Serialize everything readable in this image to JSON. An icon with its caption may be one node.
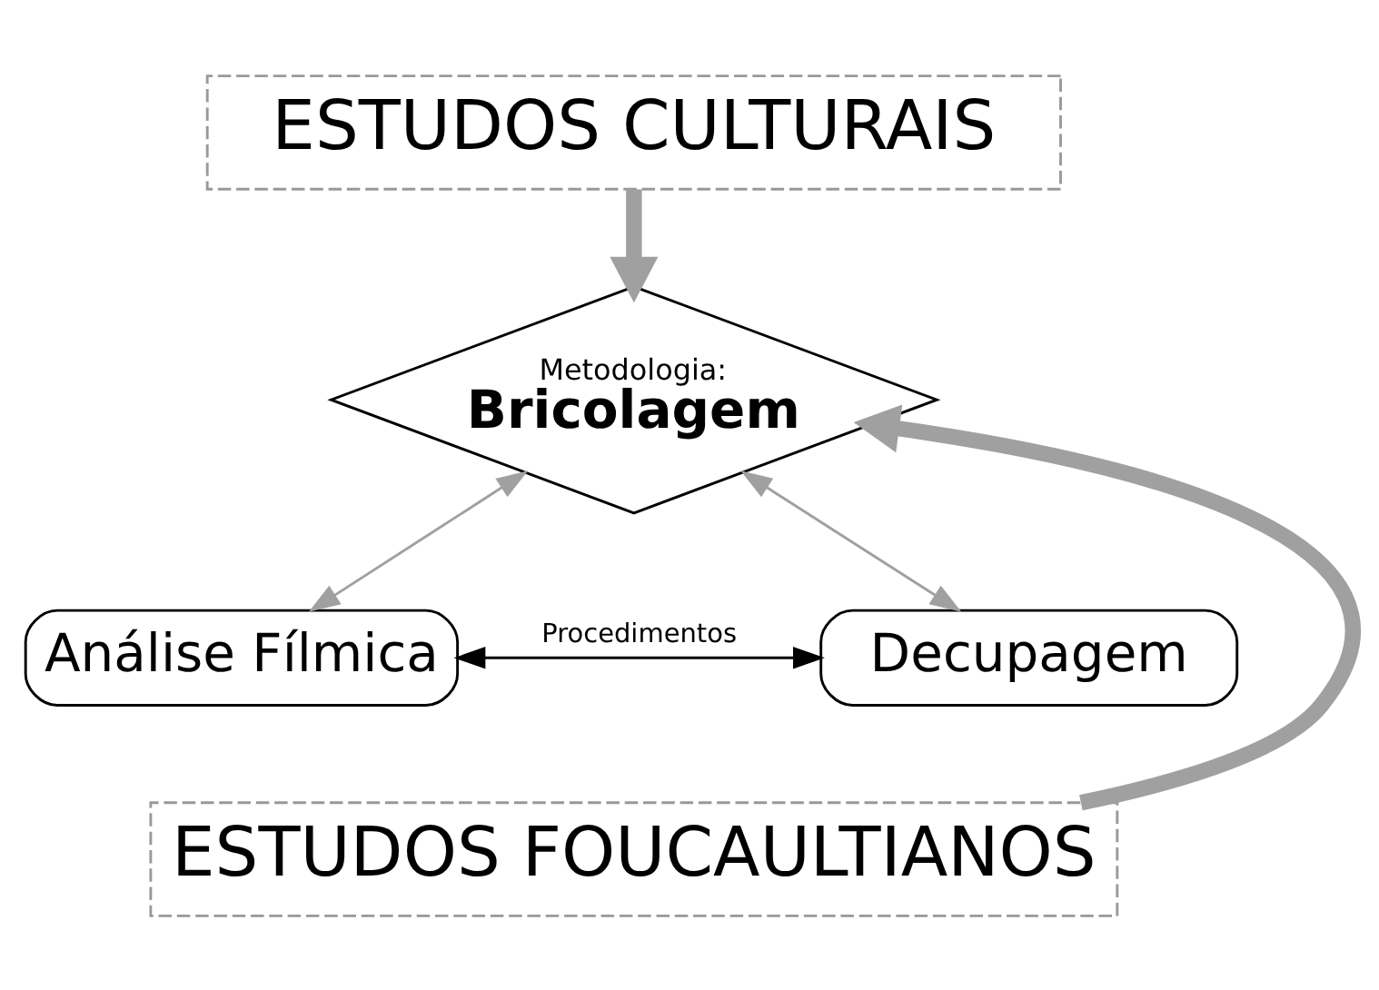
{
  "diagram": {
    "nodes": [
      {
        "text": [
          "ESTUDOS CULTURAIS"
        ]
      },
      {
        "text": [
          "Metodologia:",
          "Bricolagem"
        ]
      },
      {
        "text": [
          "Análise Fílmica"
        ]
      },
      {
        "text": [
          "Decupagem"
        ]
      },
      {
        "text": [
          "ESTUDOS FOUCAULTIANOS"
        ]
      }
    ],
    "edges": [
      {
        "from": 0,
        "to": 1,
        "arrow": "to",
        "style": "thick"
      },
      {
        "from": 1,
        "to": 2,
        "arrow": "both"
      },
      {
        "from": 1,
        "to": 3,
        "arrow": "both"
      },
      {
        "from": 2,
        "to": 3,
        "arrow": "both",
        "label": "Procedimentos",
        "color": "#000000"
      },
      {
        "from": 4,
        "to": 1,
        "arrow": "to",
        "style": "thick"
      }
    ]
  }
}
